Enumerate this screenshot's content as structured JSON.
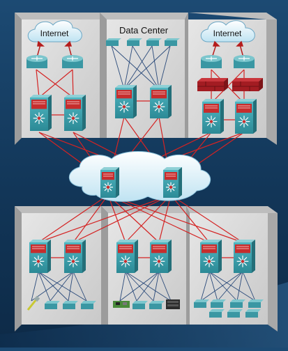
{
  "diagram": {
    "labels": {
      "internet_left": "Internet",
      "data_center": "Data Center",
      "internet_right": "Internet"
    },
    "colors": {
      "background": "#153d63",
      "box_face": "#d6d6d6",
      "box_side": "#a9a9a9",
      "link": "#d42323",
      "access_link": "#2a4a7a",
      "device_teal": "#3b9fab",
      "router_teal": "#5fb0b8",
      "firewall": "#a31c22",
      "cloud": "#e8f5fb"
    },
    "icons": {
      "router": "router-icon",
      "switch": "multilayer-switch-icon",
      "firewall": "firewall-icon",
      "server": "server-icon",
      "cloud": "cloud-icon"
    }
  }
}
